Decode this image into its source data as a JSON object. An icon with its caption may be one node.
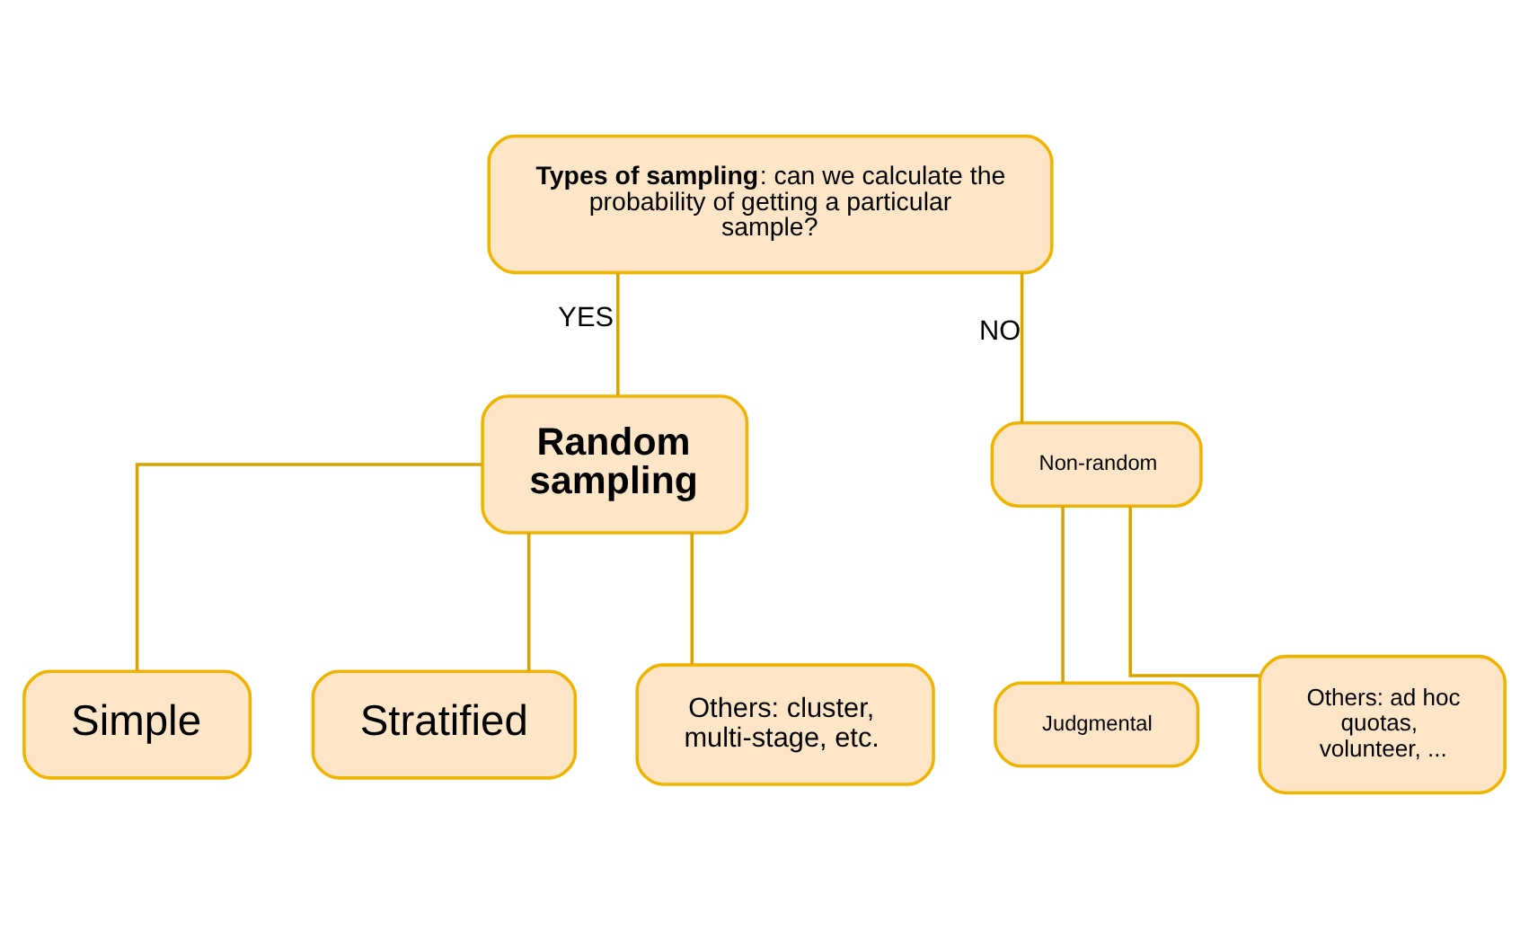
{
  "diagram": {
    "nodes": [
      {
        "text": [
          "**Types of sampling**: can we calculate the probability of getting a particular sample?"
        ]
      },
      {
        "text": [
          "Random sampling"
        ]
      },
      {
        "text": [
          "Non-random"
        ]
      },
      {
        "text": [
          "Simple"
        ]
      },
      {
        "text": [
          "Stratified"
        ]
      },
      {
        "text": [
          "Others: cluster, multi-stage, etc."
        ]
      },
      {
        "text": [
          "Judgmental"
        ]
      },
      {
        "text": [
          "Others: ad hoc quotas,  volunteer, ..."
        ]
      }
    ],
    "edges": [
      {
        "from": 0,
        "to": 1,
        "arrow": "none",
        "label": "YES"
      },
      {
        "from": 0,
        "to": 2,
        "arrow": "none",
        "label": "NO"
      },
      {
        "from": 1,
        "to": 3,
        "arrow": "none"
      },
      {
        "from": 1,
        "to": 4,
        "arrow": "none"
      },
      {
        "from": 1,
        "to": 5,
        "arrow": "none"
      },
      {
        "from": 2,
        "to": 6,
        "arrow": "none"
      },
      {
        "from": 2,
        "to": 7,
        "arrow": "none"
      }
    ]
  }
}
